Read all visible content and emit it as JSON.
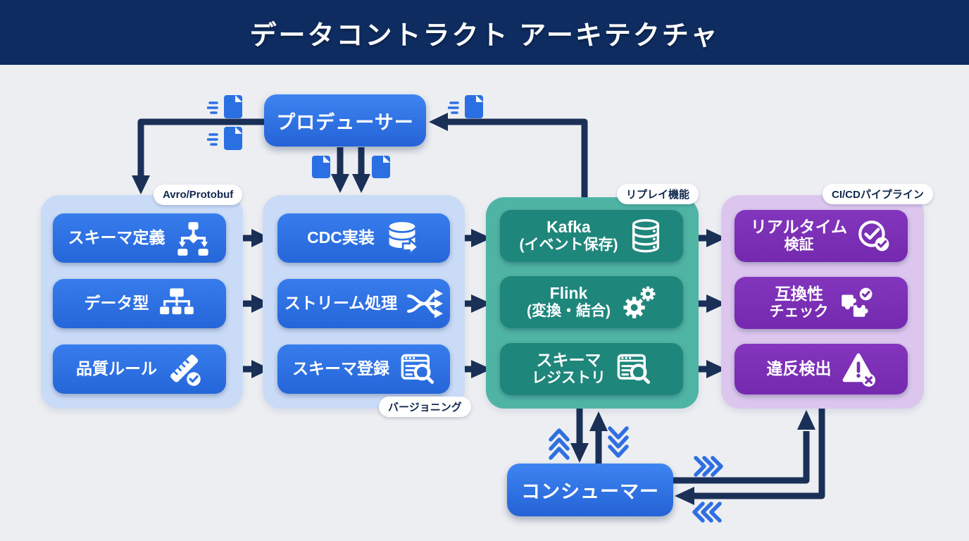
{
  "title": "データコントラクト アーキテクチャ",
  "nodes": {
    "producer": {
      "label": "プロデューサー"
    },
    "consumer": {
      "label": "コンシューマー"
    }
  },
  "groups": [
    {
      "name": "schema-contract",
      "badge": "Avro/Protobuf",
      "items": [
        {
          "label": "スキーマ定義",
          "icon": "flowchart-icon"
        },
        {
          "label": "データ型",
          "icon": "sitemap-icon"
        },
        {
          "label": "品質ルール",
          "icon": "ruler-check-icon"
        }
      ]
    },
    {
      "name": "producer-implementation",
      "badge": "バージョニング",
      "items": [
        {
          "label": "CDC実装",
          "icon": "database-export-icon"
        },
        {
          "label": "ストリーム処理",
          "icon": "shuffle-icon"
        },
        {
          "label": "スキーマ登録",
          "icon": "window-search-icon"
        }
      ]
    },
    {
      "name": "streaming-platform",
      "badge": "リプレイ機能",
      "items": [
        {
          "label": "Kafka",
          "sublabel": "(イベント保存)",
          "icon": "database-stack-icon"
        },
        {
          "label": "Flink",
          "sublabel": "(変換・結合)",
          "icon": "gears-icon"
        },
        {
          "label": "スキーマ",
          "sublabel": "レジストリ",
          "icon": "window-search-icon"
        }
      ]
    },
    {
      "name": "cicd-pipeline",
      "badge": "CI/CDパイプライン",
      "items": [
        {
          "label": "リアルタイム",
          "sublabel": "検証",
          "icon": "circle-check-icon"
        },
        {
          "label": "互換性",
          "sublabel": "チェック",
          "icon": "puzzle-check-icon"
        },
        {
          "label": "違反検出",
          "icon": "warning-x-icon"
        }
      ]
    }
  ],
  "colors": {
    "header_bg": "#0e2c60",
    "canvas_bg": "#eceef2",
    "primary_blue": "#2b70e2",
    "light_blue_container": "#c9dbf7",
    "teal_container": "#4fb4a4",
    "teal_box": "#1f867b",
    "purple_container": "#dcc6ee",
    "purple_box": "#7a2eb4",
    "arrow_navy": "#1b3057",
    "chevron_blue": "#2f6fe0",
    "badge_text": "#12294f"
  }
}
